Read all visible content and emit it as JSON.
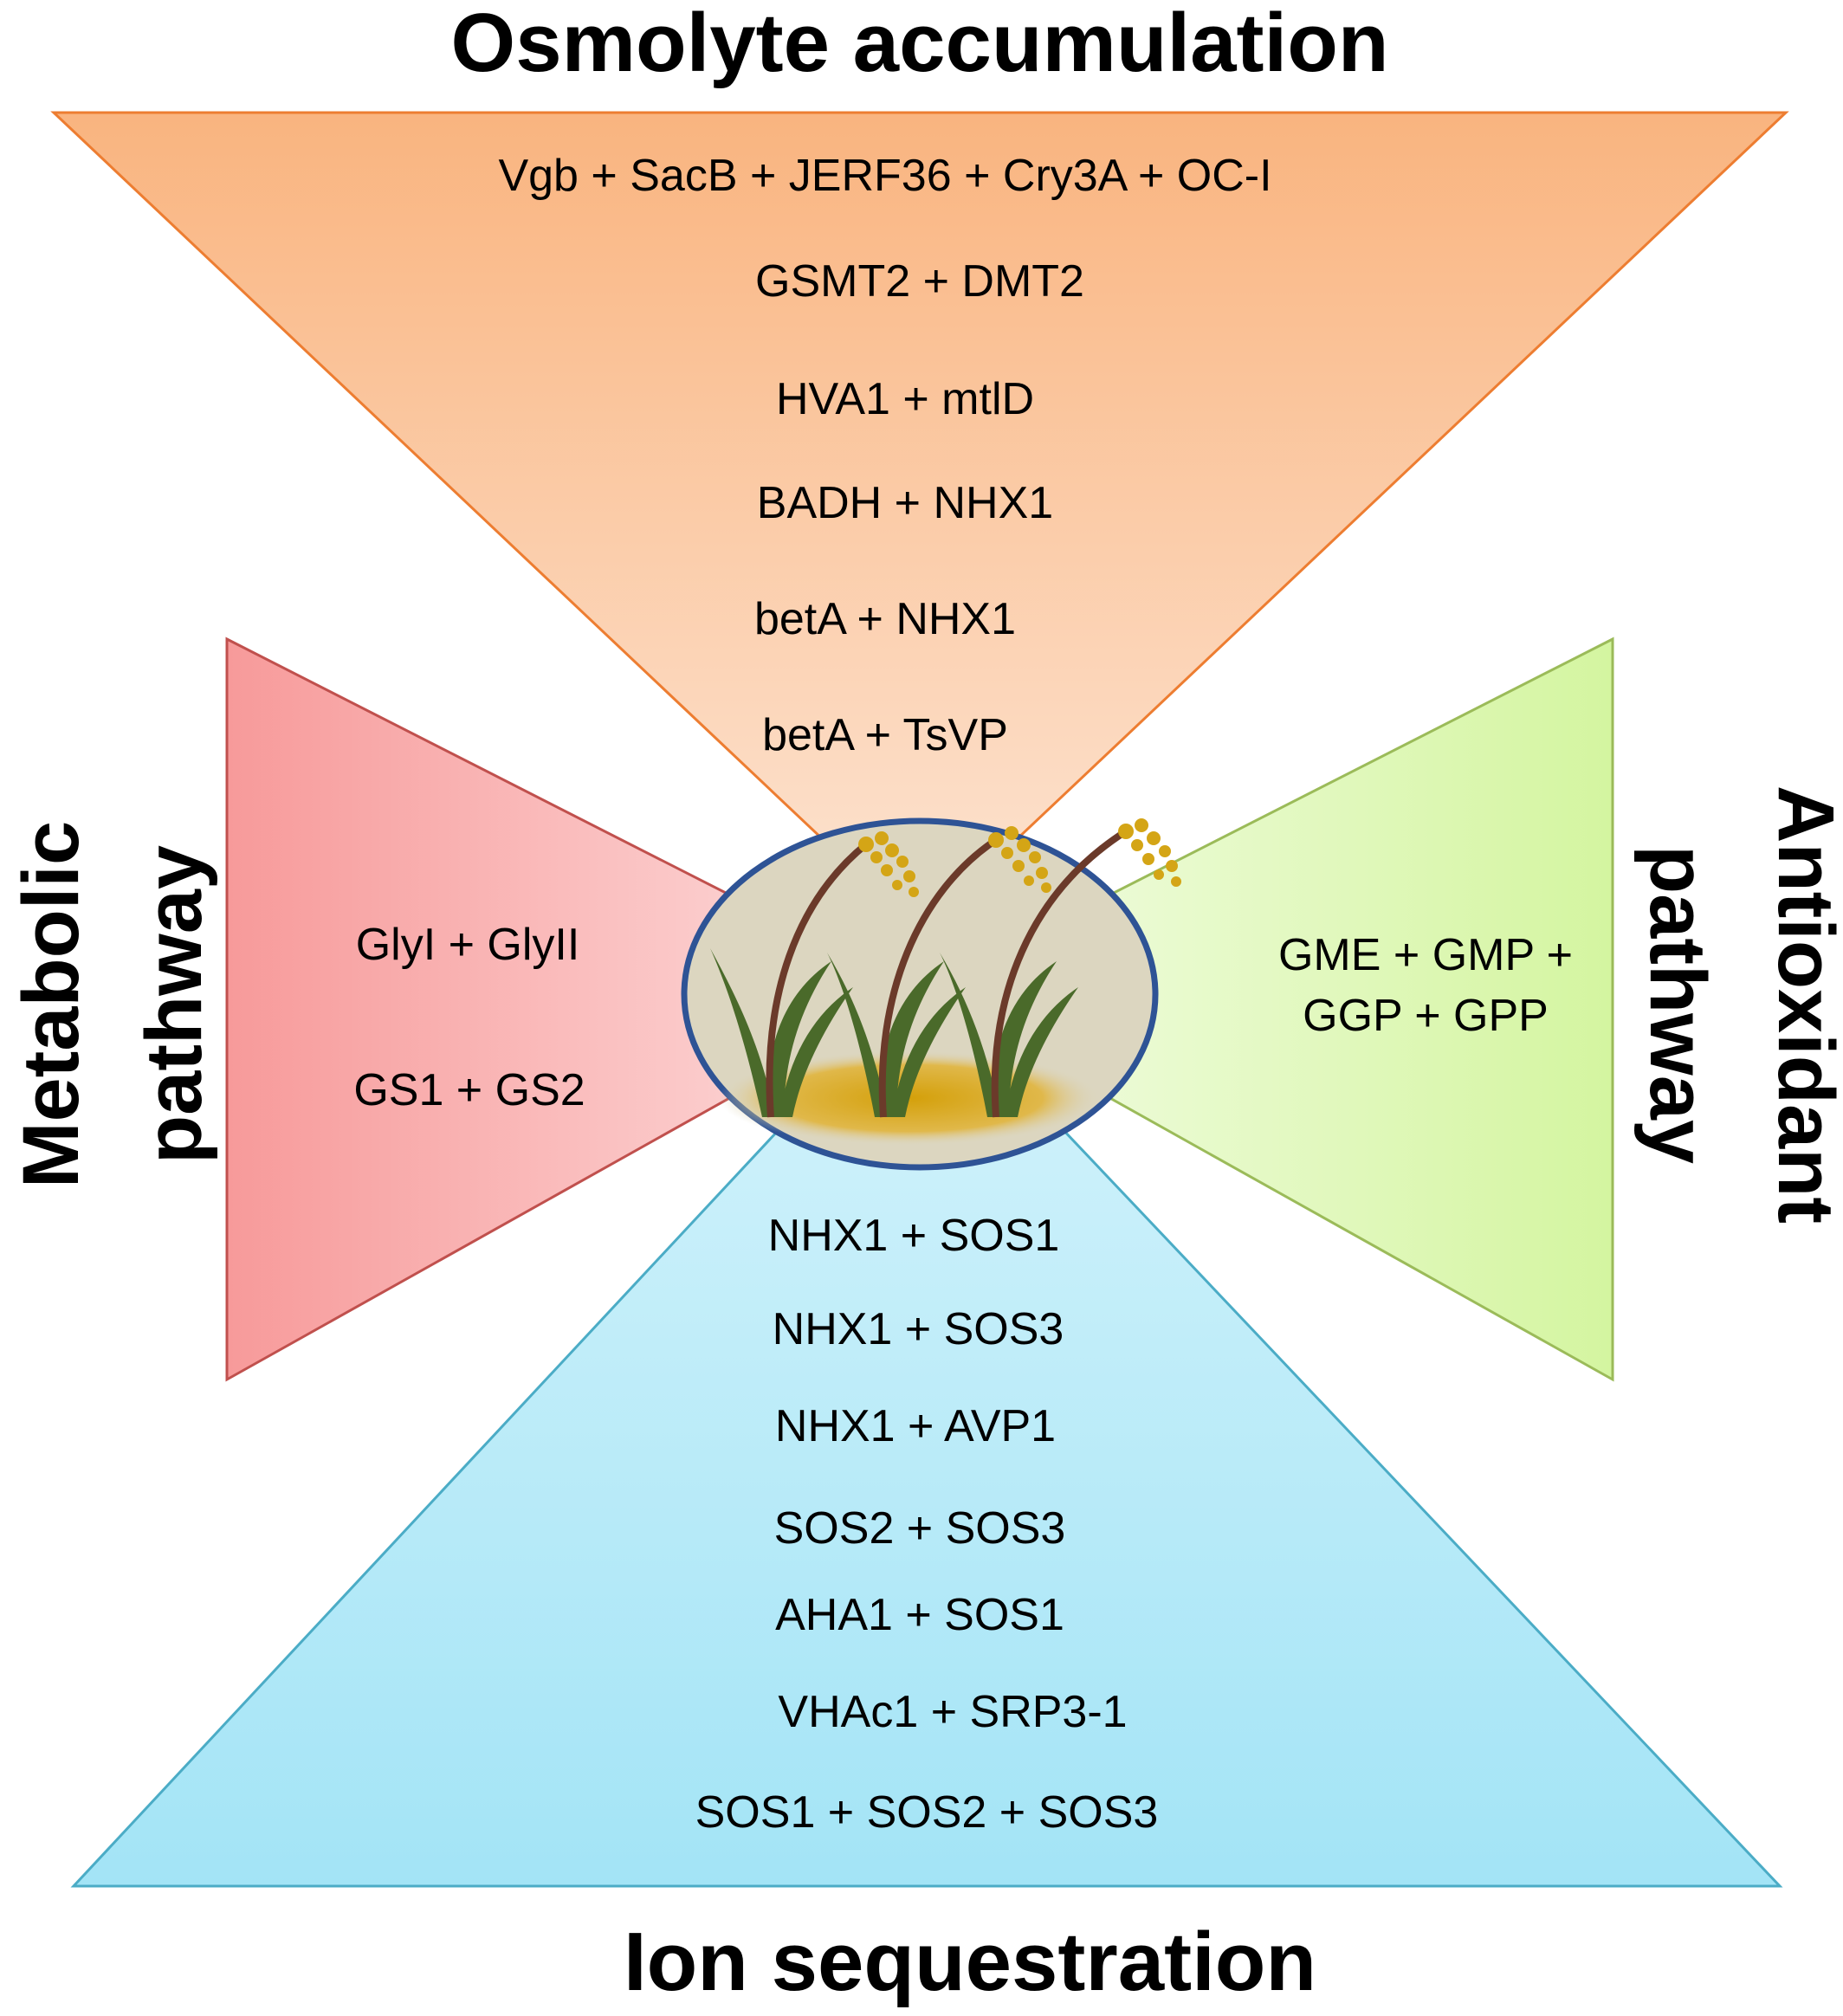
{
  "titles": {
    "top": "Osmolyte accumulation",
    "bottom": "Ion sequestration",
    "left_line1": "Metabolic",
    "left_line2": "pathway",
    "right_line1": "Antioxidant",
    "right_line2": "pathway"
  },
  "osmolyte_items": [
    "Vgb + SacB + JERF36 +  Cry3A + OC-I",
    "GSMT2 + DMT2",
    "HVA1 + mtlD",
    "BADH + NHX1",
    "betA + NHX1",
    "betA + TsVP"
  ],
  "metabolic_items": [
    "GlyI + GlyII",
    "GS1 + GS2"
  ],
  "antioxidant_items": [
    "GME + GMP +",
    "GGP + GPP"
  ],
  "ion_items": [
    "NHX1 + SOS1",
    "NHX1 + SOS3",
    "NHX1 + AVP1",
    "SOS2 + SOS3",
    "AHA1 + SOS1",
    "VHAc1 + SRP3-1",
    "SOS1 + SOS2 + SOS3"
  ],
  "colors": {
    "osmolyte_fill_top": "#f9b47f",
    "osmolyte_fill_bottom": "#fde4d2",
    "osmolyte_stroke": "#ed7d31",
    "metabolic_fill_left": "#f79a9a",
    "metabolic_fill_right": "#fde0e0",
    "metabolic_stroke": "#c0504d",
    "antioxidant_fill_left": "#f4fde8",
    "antioxidant_fill_right": "#d4f5a0",
    "antioxidant_stroke": "#9bbb59",
    "ion_fill_top": "#d4f3fb",
    "ion_fill_bottom": "#a3e4f6",
    "ion_stroke": "#4bacc6",
    "center_fill": "#dcd6c0",
    "center_stroke": "#2e5395",
    "plant_leaf": "#4a6a2a",
    "plant_stem": "#6b3a2a",
    "plant_grain": "#d4a516"
  }
}
